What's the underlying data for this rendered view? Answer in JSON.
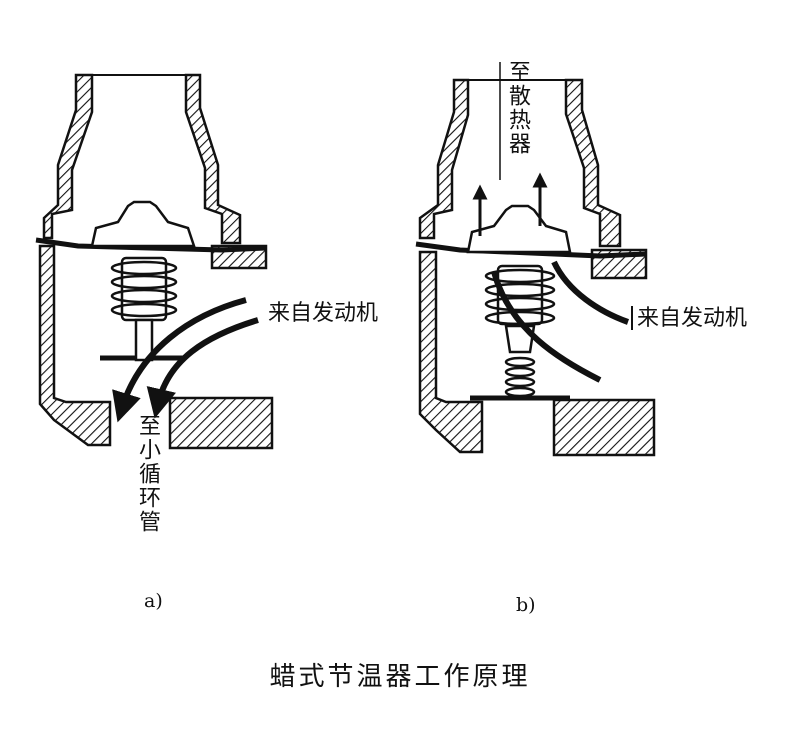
{
  "diagram": {
    "title": "蜡式节温器工作原理",
    "panel_a": {
      "caption": "a)",
      "label_inlet": "来自发动机",
      "label_outlet": "至小循环管"
    },
    "panel_b": {
      "caption": "b)",
      "label_inlet": "来自发动机",
      "label_outlet": "至散热器"
    },
    "colors": {
      "ink": "#111111",
      "background": "#ffffff"
    }
  }
}
